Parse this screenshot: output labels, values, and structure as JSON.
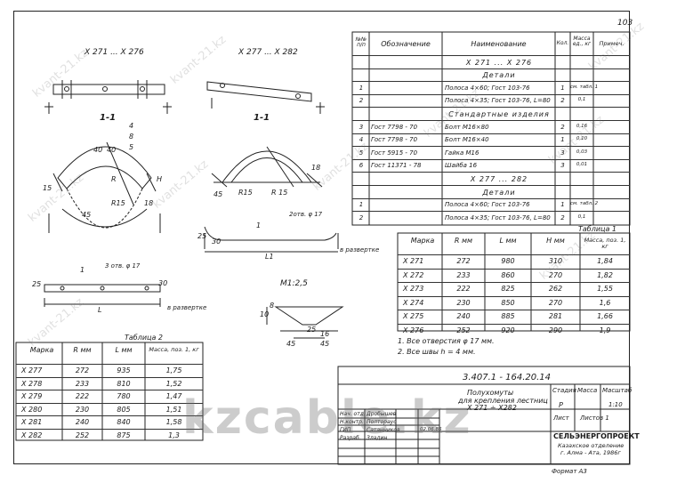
{
  "page_number": "103",
  "top_views": {
    "left_title": "X 271 ... X 276",
    "right_title": "X 277 ... X 282"
  },
  "section_labels": {
    "left": "1-1",
    "right": "1-1",
    "mark_1": "1"
  },
  "left_dims": {
    "d1": "40",
    "d2": "40",
    "r": "R",
    "r15": "R15",
    "d45": "45",
    "d15": "15",
    "d18": "18",
    "d4": "4",
    "d8": "8",
    "d5": "5",
    "h": "H"
  },
  "right_dims": {
    "r15": "R15",
    "r15b": "R 15",
    "d45": "45",
    "d18": "18"
  },
  "strip_1": {
    "holes": "3 отв. φ 17",
    "length": "L",
    "d30": "30",
    "d25": "25",
    "unfolded": "в развертке",
    "mark": "1"
  },
  "strip_2": {
    "holes": "2отв. φ 17",
    "length": "L1",
    "d30": "30",
    "d25": "25",
    "unfolded": "в развертке",
    "mark": "1"
  },
  "detail_m": {
    "scale": "M1:2,5",
    "d10": "10",
    "d8": "8",
    "d25": "25",
    "d45a": "45",
    "d45b": "45",
    "d16": "16"
  },
  "spec_header": {
    "num": "№№ п/п",
    "designation": "Обозначение",
    "name": "Наименование",
    "qty": "Кол.",
    "mass": "Масса ед., кг",
    "note": "Примеч."
  },
  "spec_rows": [
    {
      "num": "",
      "designation": "",
      "name": "X 271 ... X 276",
      "qty": "",
      "mass": "",
      "note": ""
    },
    {
      "num": "",
      "designation": "",
      "name": "Детали",
      "qty": "",
      "mass": "",
      "note": ""
    },
    {
      "num": "1",
      "designation": "",
      "name": "Полоса 4×60; Гост 103-76",
      "qty": "1",
      "mass": "см. табл. 1",
      "note": ""
    },
    {
      "num": "2",
      "designation": "",
      "name": "Полоса 4×35; Гост 103-76, L=80",
      "qty": "2",
      "mass": "0,1",
      "note": ""
    },
    {
      "num": "",
      "designation": "",
      "name": "Стандартные изделия",
      "qty": "",
      "mass": "",
      "note": ""
    },
    {
      "num": "3",
      "designation": "Гост 7798 - 70",
      "name": "Болт М16×80",
      "qty": "2",
      "mass": "0,16",
      "note": ""
    },
    {
      "num": "4",
      "designation": "Гост 7798 - 70",
      "name": "Болт М16×40",
      "qty": "1",
      "mass": "0,10",
      "note": ""
    },
    {
      "num": "5",
      "designation": "Гост 5915 - 70",
      "name": "Гайка М16",
      "qty": "3",
      "mass": "0,03",
      "note": ""
    },
    {
      "num": "6",
      "designation": "Гост 11371 - 78",
      "name": "Шайба 16",
      "qty": "3",
      "mass": "0,01",
      "note": ""
    },
    {
      "num": "",
      "designation": "",
      "name": "X 277 ... 282",
      "qty": "",
      "mass": "",
      "note": ""
    },
    {
      "num": "",
      "designation": "",
      "name": "Детали",
      "qty": "",
      "mass": "",
      "note": ""
    },
    {
      "num": "1",
      "designation": "",
      "name": "Полоса 4×60; Гост 103-76",
      "qty": "1",
      "mass": "см. табл. 2",
      "note": ""
    },
    {
      "num": "2",
      "designation": "",
      "name": "Полоса 4×35; Гост 103-76, L=80",
      "qty": "2",
      "mass": "0,1",
      "note": ""
    }
  ],
  "table1": {
    "caption": "Таблица 1",
    "headers": [
      "Марка",
      "R мм",
      "L мм",
      "H мм",
      "Масса, поз. 1, кг"
    ],
    "rows": [
      [
        "X 271",
        "272",
        "980",
        "310",
        "1,84"
      ],
      [
        "X 272",
        "233",
        "860",
        "270",
        "1,82"
      ],
      [
        "X 273",
        "222",
        "825",
        "262",
        "1,55"
      ],
      [
        "X 274",
        "230",
        "850",
        "270",
        "1,6"
      ],
      [
        "X 275",
        "240",
        "885",
        "281",
        "1,66"
      ],
      [
        "X 276",
        "252",
        "920",
        "290",
        "1,9"
      ]
    ]
  },
  "table2": {
    "caption": "Таблица 2",
    "headers": [
      "Марка",
      "R мм",
      "L мм",
      "Масса, поз. 1, кг"
    ],
    "rows": [
      [
        "X 277",
        "272",
        "935",
        "1,75"
      ],
      [
        "X 278",
        "233",
        "810",
        "1,52"
      ],
      [
        "X 279",
        "222",
        "780",
        "1,47"
      ],
      [
        "X 280",
        "230",
        "805",
        "1,51"
      ],
      [
        "X 281",
        "240",
        "840",
        "1,58"
      ],
      [
        "X 282",
        "252",
        "875",
        "1,3"
      ]
    ]
  },
  "notes": [
    "1. Все отверстия φ 17 мм.",
    "2. Все швы h = 4 мм."
  ],
  "title_block": {
    "code": "3.407.1 - 164.20.14",
    "title_line1": "Полухомуты",
    "title_line2": "для крепления лестниц",
    "title_line3": "X 271 ÷ X282",
    "stage_h": "Стадия",
    "mass_h": "Масса",
    "scale_h": "Масштаб",
    "stage": "Р",
    "scale": "1:10",
    "sheet": "Лист",
    "sheets": "Листов 1",
    "org1": "СЕЛЬЭНЕРГОПРОЕКТ",
    "org2": "Казахское отделение",
    "org3": "г. Алма - Ата, 1986г",
    "roles": [
      "Нач. отд.",
      "Н.контр.",
      "ГИП",
      "Разраб."
    ],
    "names": [
      "Дробышев",
      "Полтораус",
      "Сатанников",
      "Зладин"
    ],
    "date": "02.06.86",
    "format": "Формат А3"
  },
  "watermarks": [
    "kvant-21.kz",
    "kzcable.kz"
  ]
}
